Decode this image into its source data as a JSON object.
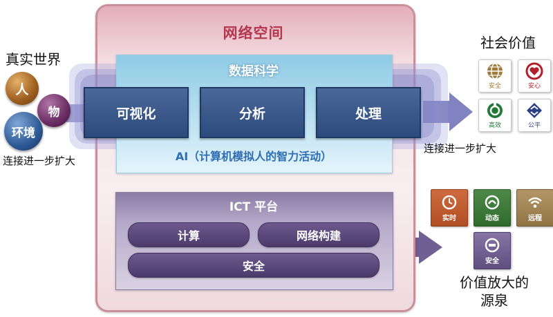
{
  "real_world": {
    "title": "真实世界",
    "spheres": {
      "person": "人",
      "thing": "物",
      "environment": "环境"
    },
    "expand_text": "连接进一步扩大"
  },
  "cyber_space": {
    "title": "网络空间",
    "data_science": {
      "title": "数据科学",
      "steps": [
        "可视化",
        "分析",
        "处理"
      ],
      "ai_label": "AI（计算机模拟人的智力活动）"
    },
    "ict_platform": {
      "title": "ICT 平台",
      "items": [
        "计算",
        "网络构建",
        "安全"
      ]
    }
  },
  "social_value": {
    "title": "社会价值",
    "tiles": [
      {
        "label": "安全",
        "icon": "globe-icon",
        "color": "#a07a3c"
      },
      {
        "label": "安心",
        "icon": "heart-shield-icon",
        "color": "#b11f2a"
      },
      {
        "label": "高效",
        "icon": "efficiency-icon",
        "color": "#1e7a35"
      },
      {
        "label": "公平",
        "icon": "balance-icon",
        "color": "#2b3f85"
      }
    ],
    "expand_text": "连接进一步扩大"
  },
  "value_source": {
    "title_line1": "价值放大的",
    "title_line2": "源泉",
    "tiles": [
      {
        "label": "实时",
        "icon": "clock-icon",
        "color": "#c25a2f"
      },
      {
        "label": "动态",
        "icon": "motion-icon",
        "color": "#3d7c3a"
      },
      {
        "label": "远程",
        "icon": "wifi-icon",
        "color": "#a38655"
      },
      {
        "label": "安全",
        "icon": "lock-icon",
        "color": "#6f5f92"
      }
    ]
  }
}
